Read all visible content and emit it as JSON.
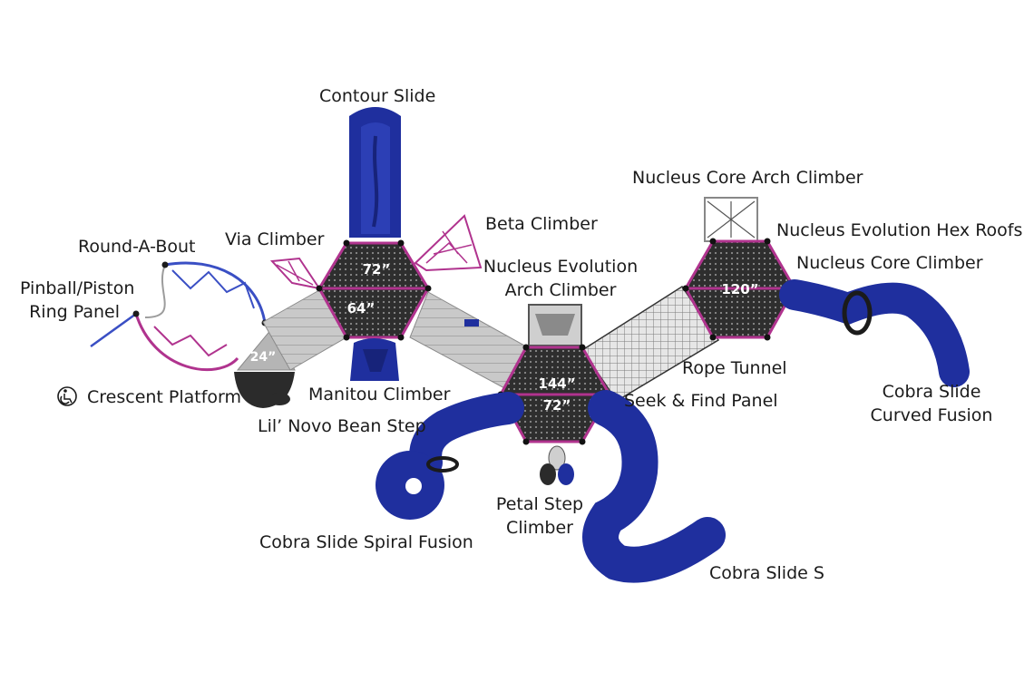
{
  "colors": {
    "blue": "#1f2f9e",
    "blue_light": "#3a4fc4",
    "magenta": "#b0338e",
    "deck": "#2b2b2b",
    "grey": "#b8b8b8"
  },
  "labels": {
    "contour_slide": "Contour Slide",
    "via_climber": "Via Climber",
    "beta_climber": "Beta Climber",
    "round_a_bout": "Round-A-Bout",
    "pinball_piston": "Pinball/Piston",
    "ring_panel": "Ring Panel",
    "crescent_platform": "Crescent Platform",
    "manitou_climber": "Manitou Climber",
    "lil_novo_bean_step": "Lil’ Novo Bean Step",
    "nucleus_evolution": "Nucleus Evolution",
    "arch_climber": "Arch Climber",
    "nucleus_core_arch_climber": "Nucleus Core Arch Climber",
    "nucleus_evolution_hex_roofs": "Nucleus Evolution Hex Roofs",
    "nucleus_core_climber": "Nucleus Core Climber",
    "rope_tunnel": "Rope Tunnel",
    "seek_find_panel": "Seek & Find Panel",
    "cobra_slide": "Cobra Slide",
    "curved_fusion": "Curved Fusion",
    "petal_step": "Petal Step",
    "climber": "Climber",
    "cobra_slide_spiral_fusion": "Cobra Slide Spiral Fusion",
    "cobra_slide_s": "Cobra Slide S"
  },
  "deck_heights": {
    "left_top": "72”",
    "left_bottom": "64”",
    "platform_24": "24”",
    "center_top": "144”",
    "center_bottom": "72”",
    "right": "120”"
  },
  "icons": [
    "accessibility-icon"
  ]
}
